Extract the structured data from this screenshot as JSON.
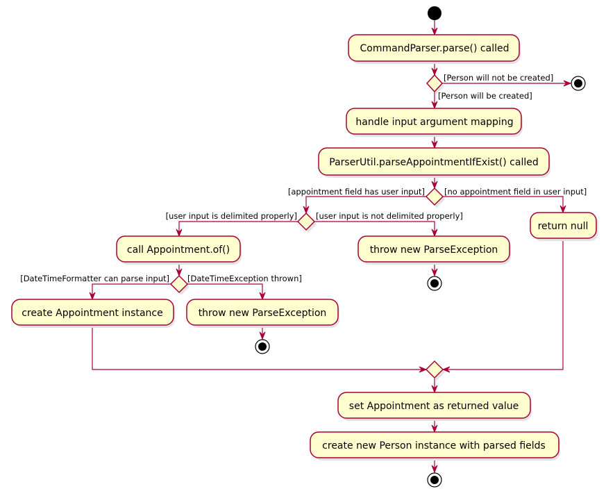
{
  "diagram": {
    "actions": {
      "parse_called": "CommandParser.parse() called",
      "handle_mapping": "handle input argument mapping",
      "parser_util_called": "ParserUtil.parseAppointmentIfExist() called",
      "call_appointment_of": "call Appointment.of()",
      "throw_parse_exception_1": "throw new ParseException",
      "return_null": "return null",
      "create_appointment": "create Appointment instance",
      "throw_parse_exception_2": "throw new ParseException",
      "set_appointment": "set Appointment as returned value",
      "create_person": "create new Person instance with parsed fields"
    },
    "guards": {
      "person_not_created": "[Person will not be created]",
      "person_created": "[Person will be created]",
      "appointment_field_has_input": "[appointment field has user input]",
      "no_appointment_field": "[no appointment field in user input]",
      "delimited_properly": "[user input is delimited properly]",
      "not_delimited_properly": "[user input is not delimited properly]",
      "formatter_can_parse": "[DateTimeFormatter can parse input]",
      "datetime_exception": "[DateTimeException thrown]"
    }
  }
}
